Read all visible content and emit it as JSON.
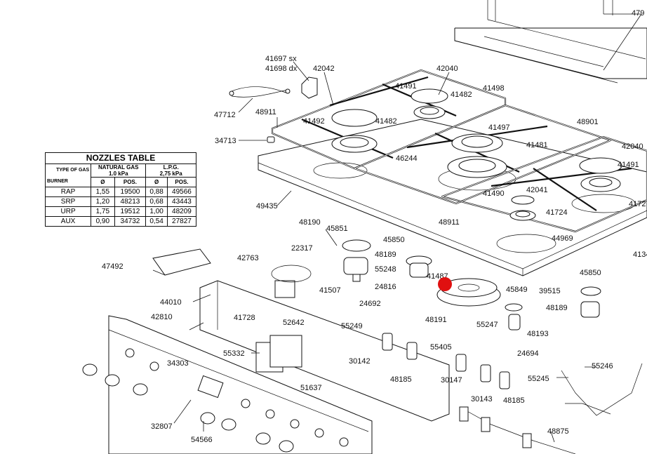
{
  "nozzles_table": {
    "title": "NOZZLES TABLE",
    "type_of_gas_label": "TYPE OF GAS",
    "burner_label": "BURNER",
    "gases": [
      {
        "name": "NATURAL GAS",
        "pressure": "1.0 kPa"
      },
      {
        "name": "L.P.G.",
        "pressure": "2,75 kPa"
      }
    ],
    "columns": [
      "Ø",
      "POS.",
      "Ø",
      "POS."
    ],
    "rows": [
      {
        "burner": "RAP",
        "ng_d": "1,55",
        "ng_pos": "19500",
        "lpg_d": "0,88",
        "lpg_pos": "49566"
      },
      {
        "burner": "SRP",
        "ng_d": "1,20",
        "ng_pos": "48213",
        "lpg_d": "0,68",
        "lpg_pos": "43443"
      },
      {
        "burner": "URP",
        "ng_d": "1,75",
        "ng_pos": "19512",
        "lpg_d": "1,00",
        "lpg_pos": "48209"
      },
      {
        "burner": "AUX",
        "ng_d": "0,90",
        "ng_pos": "34732",
        "lpg_d": "0,54",
        "lpg_pos": "27827"
      }
    ]
  },
  "part_labels": [
    "41697 sx",
    "41698 dx",
    "42042",
    "42040",
    "47712",
    "41491",
    "41482",
    "41498",
    "48911",
    "48901",
    "34713",
    "41492",
    "41482",
    "41497",
    "41481",
    "42040",
    "41491",
    "46244",
    "41490",
    "42041",
    "4172",
    "41724",
    "49435",
    "48911",
    "44969",
    "48190",
    "45851",
    "45850",
    "22317",
    "48189",
    "42763",
    "55248",
    "41487",
    "4134",
    "47492",
    "45850",
    "24816",
    "41507",
    "39515",
    "45849",
    "24692",
    "44010",
    "48189",
    "48191",
    "55247",
    "48193",
    "42810",
    "41728",
    "52642",
    "55249",
    "55405",
    "24694",
    "34303",
    "55332",
    "30142",
    "55246",
    "48185",
    "30147",
    "51637",
    "55245",
    "30143",
    "48185",
    "32807",
    "48875",
    "54566",
    "479"
  ],
  "highlight_color": "#e01010"
}
